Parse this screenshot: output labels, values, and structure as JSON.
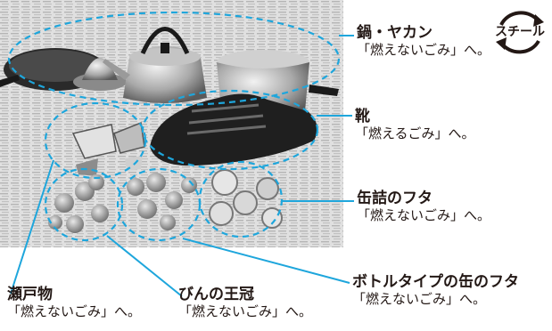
{
  "labels": {
    "pots_kettle": {
      "title": "鍋・ヤカン",
      "note": "「燃えないごみ」へ。"
    },
    "shoe": {
      "title": "靴",
      "note": "「燃えるごみ」へ。"
    },
    "can_lids": {
      "title": "缶詰のフタ",
      "note": "「燃えないごみ」へ。"
    },
    "bottle_can_lids": {
      "title": "ボトルタイプの缶のフタ",
      "note": "「燃えないごみ」へ。"
    },
    "pottery": {
      "title": "瀬戸物",
      "note": "「燃えないごみ」へ。"
    },
    "bottle_caps": {
      "title": "びんの王冠",
      "note": "「燃えないごみ」へ。"
    }
  },
  "recycle_mark": {
    "text": "スチール"
  },
  "colors": {
    "outline": "#1ea6dc",
    "text": "#231815"
  }
}
